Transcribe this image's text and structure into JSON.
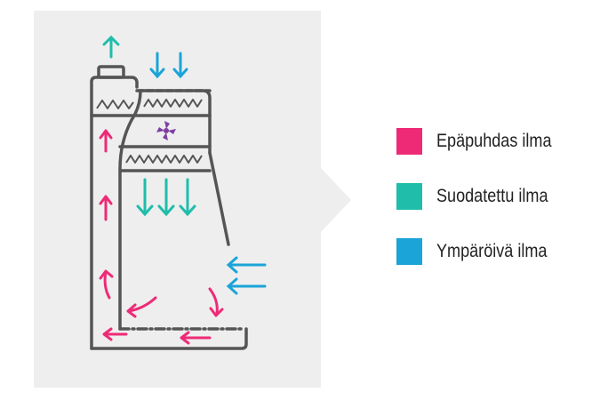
{
  "legend": {
    "items": [
      {
        "label": "Epäpuhdas ilma",
        "color": "#ee2a77"
      },
      {
        "label": "Suodatettu ilma",
        "color": "#1fbdaa"
      },
      {
        "label": "Ympäröivä ilma",
        "color": "#1aa4d8"
      }
    ]
  },
  "colors": {
    "cabinet_outline": "#555555",
    "fan": "#7e3fa4",
    "panel_background": "#eeeeee"
  },
  "icons": [
    "up-arrow-icon",
    "down-arrow-icon",
    "left-arrow-icon",
    "fan-icon",
    "filter-icon"
  ]
}
